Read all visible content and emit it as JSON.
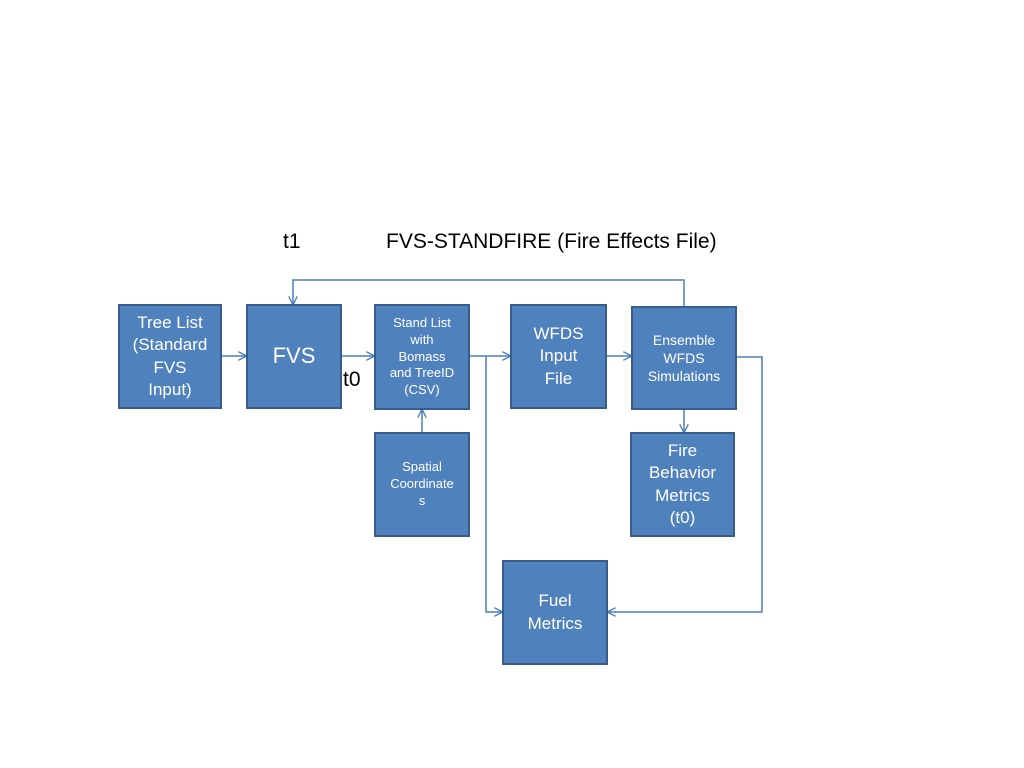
{
  "labels": {
    "t1": "t1",
    "title": "FVS-STANDFIRE (Fire Effects File)",
    "t0": "t0"
  },
  "boxes": {
    "tree_list": "Tree List\n(Standard\nFVS\nInput)",
    "fvs": "FVS",
    "stand_list": "Stand List\nwith\nBomass\nand TreeID\n(CSV)",
    "spatial": "Spatial\nCoordinate\ns",
    "wfds_input": "WFDS\nInput\nFile",
    "ensemble": "Ensemble\nWFDS\nSimulations",
    "fire_behavior": "Fire\nBehavior\nMetrics\n(t0)",
    "fuel_metrics": "Fuel\nMetrics"
  },
  "colors": {
    "box_fill": "#4f81bd",
    "box_border": "#385d8a",
    "connector": "#4a7ebb"
  }
}
